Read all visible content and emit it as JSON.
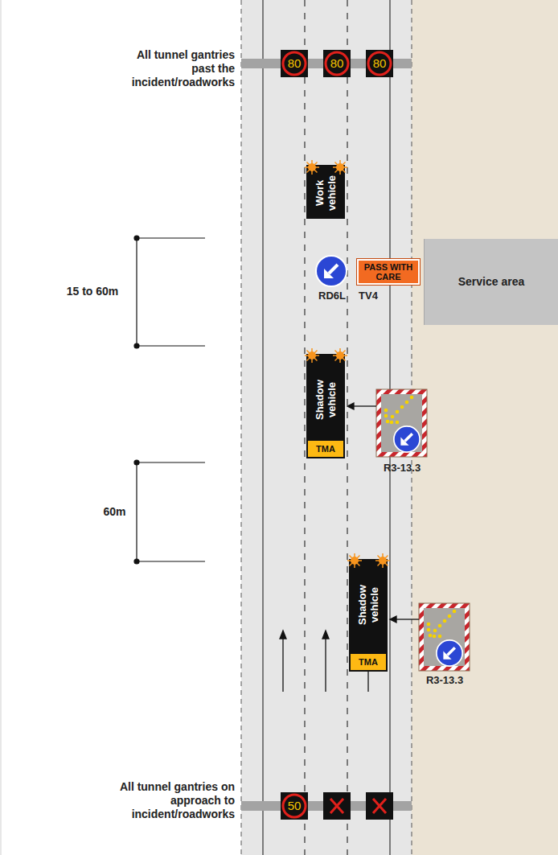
{
  "diagram": {
    "nodes": [
      {
        "text": [
          "80"
        ]
      },
      {
        "text": [
          "80"
        ]
      },
      {
        "text": [
          "80"
        ]
      },
      {
        "text": [
          "Work vehicle"
        ]
      },
      {
        "text": [
          "PASS WITH CARE"
        ]
      },
      {
        "text": [
          "Service area"
        ]
      },
      {
        "text": [
          "Shadow vehicle"
        ]
      },
      {
        "text": [
          "TMA"
        ],
        "in": 6
      },
      {
        "text": [
          "Shadow vehicle"
        ]
      },
      {
        "text": [
          "TMA"
        ],
        "in": 8
      },
      {
        "text": [
          "50"
        ]
      }
    ],
    "labels": [
      "All tunnel gantries past the incident/roadworks",
      "15 to 60m",
      "RD6L",
      "TV4",
      "R3-13.3",
      "60m",
      "R3-13.3",
      "All tunnel gantries on approach to incident/roadworks"
    ]
  }
}
